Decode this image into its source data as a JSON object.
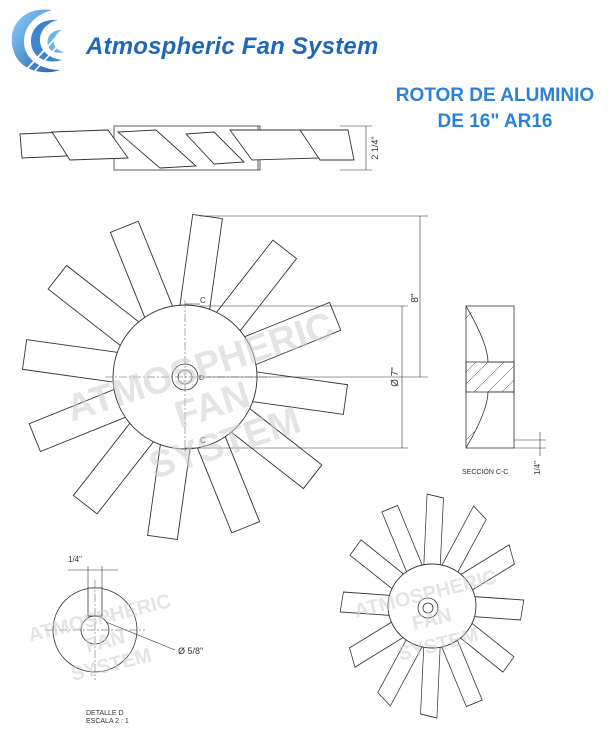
{
  "brand": {
    "name": "Atmospheric Fan System"
  },
  "title": {
    "line1": "ROTOR DE ALUMINIO",
    "line2": "DE 16\" AR16"
  },
  "watermark": {
    "line1": "ATMOSPHERIC",
    "line2": "FAN",
    "line3": "SYSTEM"
  },
  "side_view": {
    "dimension": "2 1/4\""
  },
  "front_view": {
    "blade_count": 12,
    "dim_outer": "8\"",
    "dim_hub": "Ø 7\"",
    "section_marker": "C",
    "detail_marker": "D"
  },
  "section_view": {
    "caption": "SECCIÓN C-C",
    "dimension": "1/4\""
  },
  "detail_view": {
    "top_dimension": "1/4\"",
    "bore_dimension": "Ø 5/8\"",
    "caption_line1": "DETALLE D",
    "caption_line2": "ESCALA 2 : 1"
  },
  "colors": {
    "brand": "#1f67b8",
    "title": "#2a82d8",
    "watermark": "#cfcfcf",
    "line": "#333333"
  }
}
